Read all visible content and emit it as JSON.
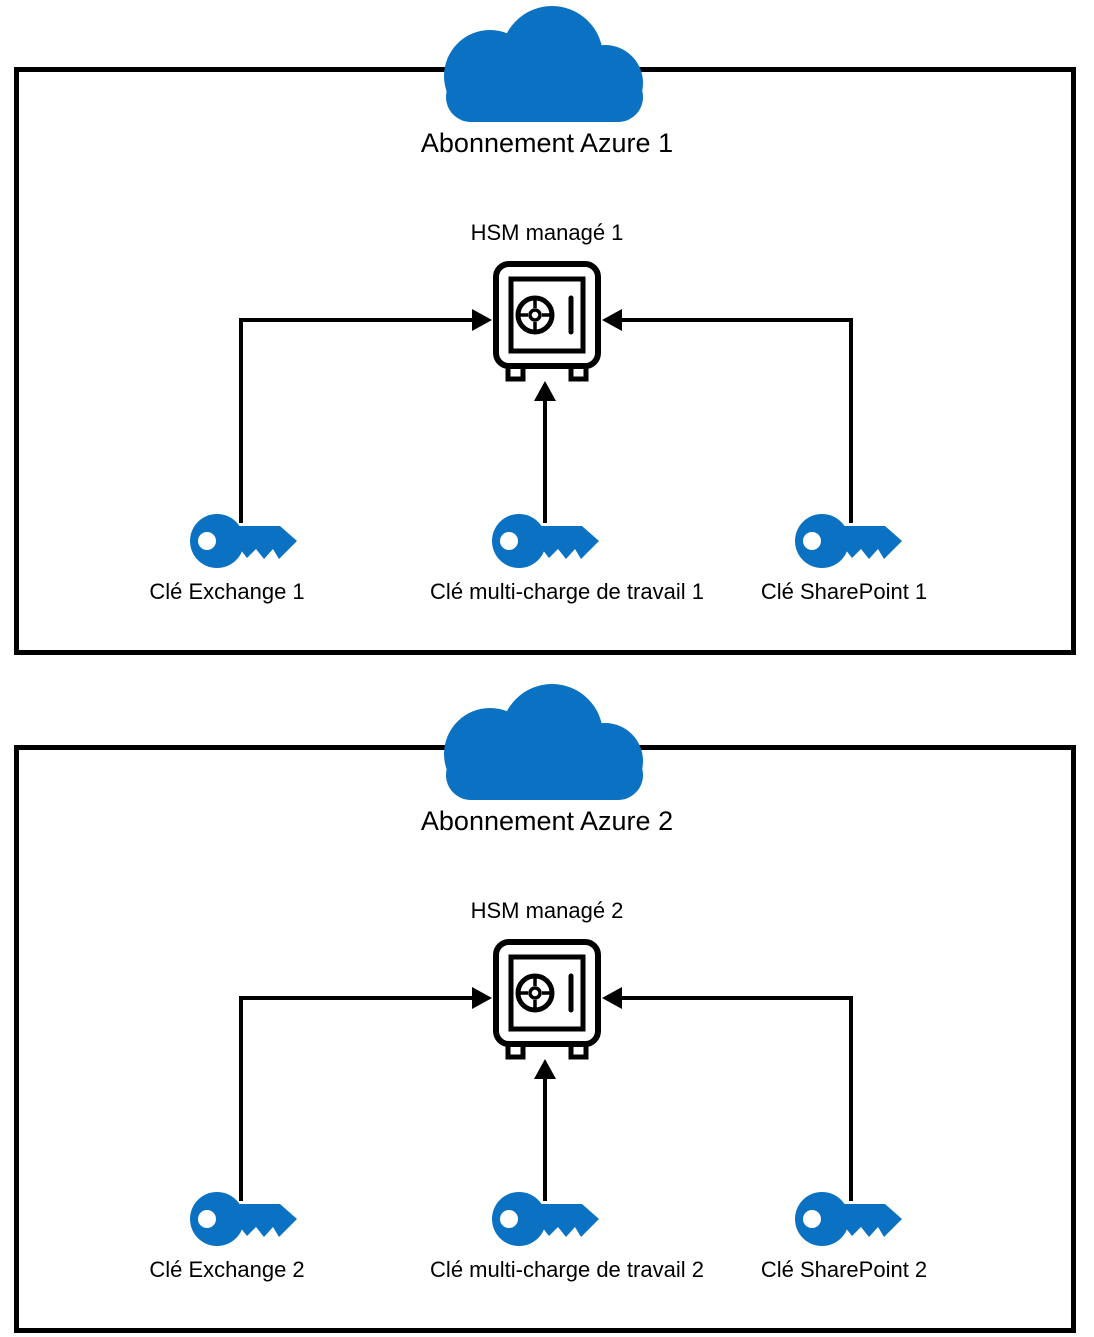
{
  "diagram": {
    "type": "azure-managed-hsm-architecture",
    "colors": {
      "accent_blue": "#0B72C3",
      "line_black": "#000000",
      "background": "#FFFFFF"
    },
    "subscriptions": [
      {
        "title": "Abonnement Azure 1",
        "cloud_icon": "cloud-icon",
        "hsm_label": "HSM managé 1",
        "hsm_icon": "safe-icon",
        "keys": [
          {
            "icon": "key-icon",
            "label": "Clé Exchange 1"
          },
          {
            "icon": "key-icon",
            "label": "Clé multi-charge de travail 1"
          },
          {
            "icon": "key-icon",
            "label": "Clé SharePoint 1"
          }
        ]
      },
      {
        "title": "Abonnement Azure 2",
        "cloud_icon": "cloud-icon",
        "hsm_label": "HSM managé 2",
        "hsm_icon": "safe-icon",
        "keys": [
          {
            "icon": "key-icon",
            "label": "Clé Exchange 2"
          },
          {
            "icon": "key-icon",
            "label": "Clé multi-charge de travail 2"
          },
          {
            "icon": "key-icon",
            "label": "Clé SharePoint 2"
          }
        ]
      }
    ]
  }
}
